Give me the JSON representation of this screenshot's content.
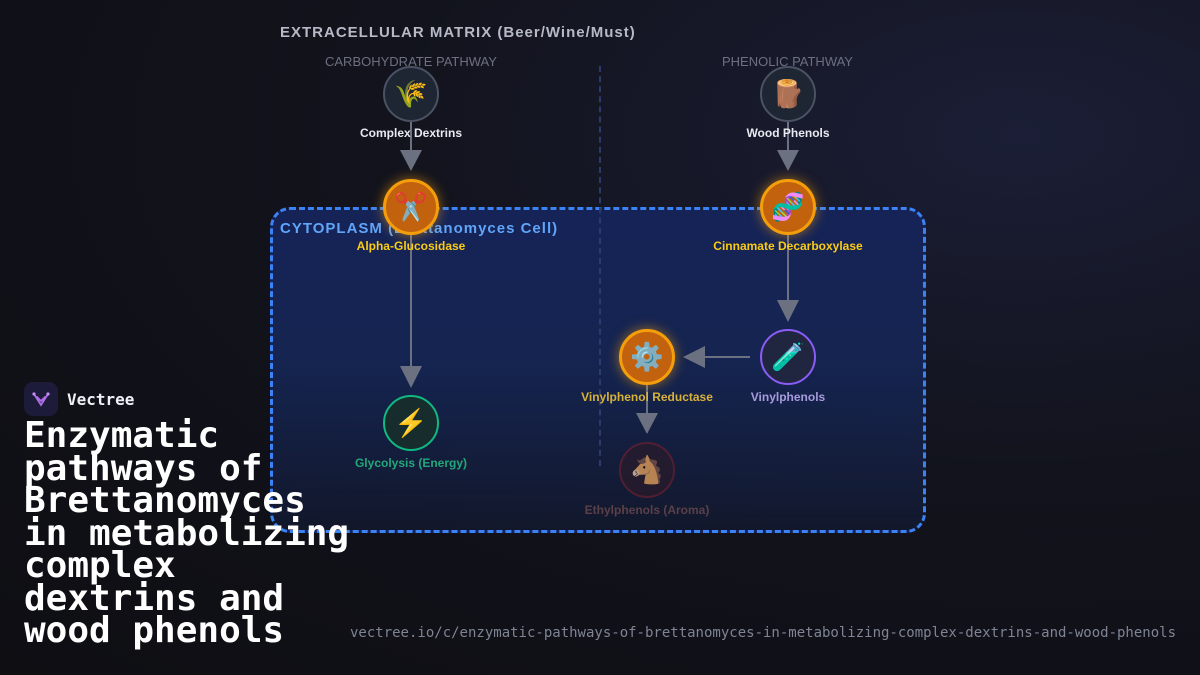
{
  "extracellular_title": "EXTRACELLULAR MATRIX (Beer/Wine/Must)",
  "lanes": {
    "carbohydrate": "CARBOHYDRATE PATHWAY",
    "phenolic": "PHENOLIC PATHWAY"
  },
  "cytoplasm_title": "CYTOPLASM (Brettanomyces Cell)",
  "nodes": {
    "complex_dextrins": {
      "icon": "🌾",
      "icon_name": "wheat-icon",
      "label": "Complex Dextrins"
    },
    "wood_phenols": {
      "icon": "🪵",
      "icon_name": "wood-log-icon",
      "label": "Wood Phenols"
    },
    "alpha_glucosidase": {
      "icon": "✂️",
      "icon_name": "scissors-icon",
      "label": "Alpha-Glucosidase"
    },
    "cinnamate_decarboxylase": {
      "icon": "🧬",
      "icon_name": "dna-icon",
      "label": "Cinnamate Decarboxylase"
    },
    "vinylphenol_reductase": {
      "icon": "⚙️",
      "icon_name": "gear-icon",
      "label": "Vinylphenol Reductase"
    },
    "vinylphenols": {
      "icon": "🧪",
      "icon_name": "test-tube-icon",
      "label": "Vinylphenols"
    },
    "glycolysis": {
      "icon": "⚡",
      "icon_name": "lightning-icon",
      "label": "Glycolysis (Energy)"
    },
    "ethylphenols": {
      "icon": "🐴",
      "icon_name": "horse-icon",
      "label": "Ethylphenols (Aroma)"
    }
  },
  "colors": {
    "enzyme_border": "#f59e0b",
    "enzyme_fill": "#c2620e",
    "cytoplasm_border": "#3b82f6",
    "energy": "#10b981",
    "intermediate": "#8b5cf6"
  },
  "brand": {
    "name": "Vectree",
    "logo_icon": "vectree-logo-icon"
  },
  "title": "Enzymatic pathways of Brettanomyces in metabolizing complex dextrins and wood phenols",
  "url": "vectree.io/c/enzymatic-pathways-of-brettanomyces-in-metabolizing-complex-dextrins-and-wood-phenols"
}
